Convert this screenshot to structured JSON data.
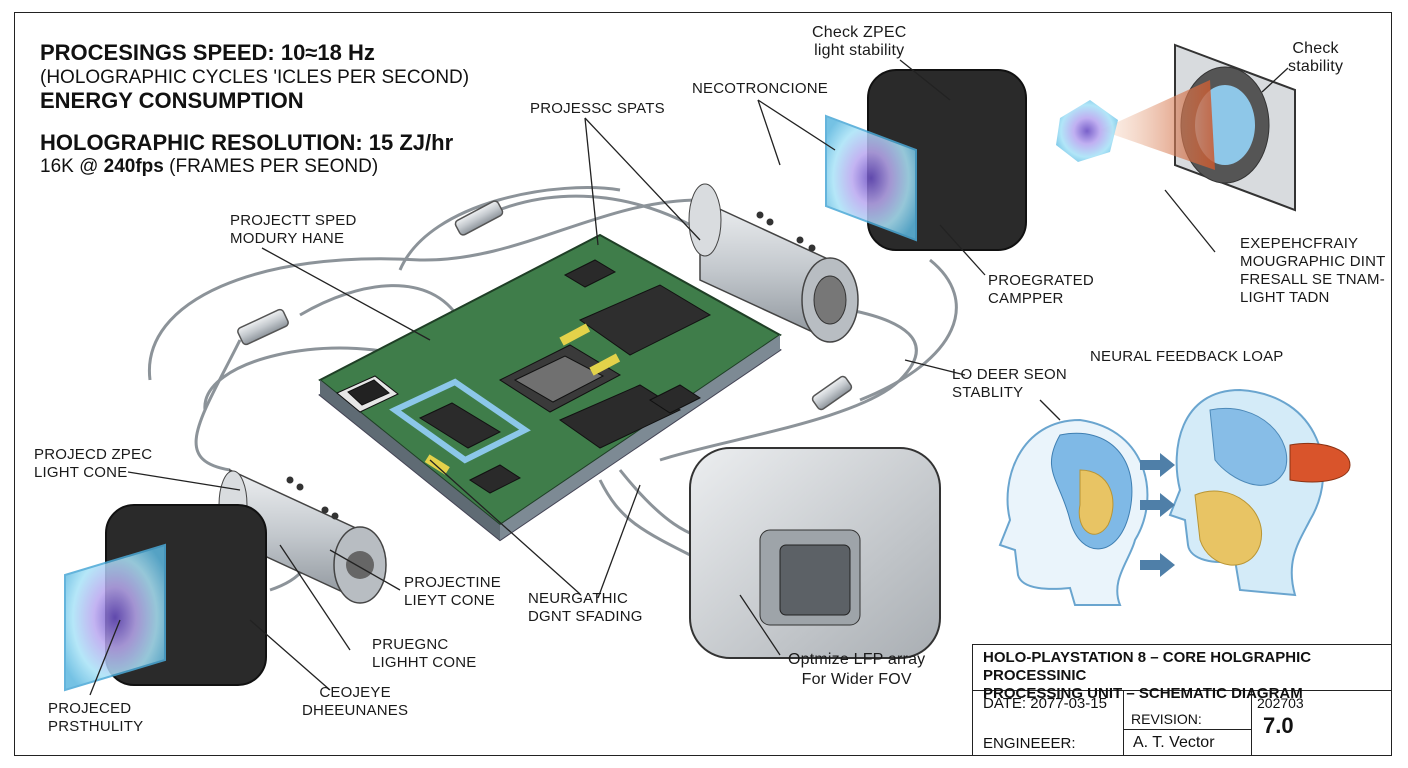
{
  "specs": {
    "line1": "PROCESINGS SPEED: 10≈18 Hz",
    "line2": "(HOLOGRAPHIC CYCLES 'ICLES PER SECOND)",
    "line3": "ENERGY CONSUMPTION",
    "line4": "HOLOGRAPHIC RESOLUTION: 15 ZJ/hr",
    "line5_prefix": "16K @ ",
    "line5_bold": "240fps",
    "line5_suffix": " (FRAMES PER SEOND)"
  },
  "labels": {
    "check_zpec_1": "Check ZPEC",
    "check_zpec_2": "light stability",
    "check_stab_1": "Check",
    "check_stab_2": "stability",
    "necotroncione": "NECOTRONCIONE",
    "projessc_spats": "PROJESSC SPATS",
    "projectt_sped_1": "PROJECTT SPED",
    "projectt_sped_2": "MODURY HANE",
    "expeh_1": "EXEPEHCFRAIY",
    "expeh_2": "MOUGRAPHIC DINT",
    "expeh_3": "FRESALL SE TNAM-",
    "expeh_4": "LIGHT TADN",
    "proeg_1": "PROEGRATED",
    "proeg_2": "CAMPPER",
    "neural_loop": "NEURAL FEEDBACK LOAP",
    "lo_deer_1": "LO DEER SEON",
    "lo_deer_2": "STABLITY",
    "projecd_zpec_1": "PROJECD ZPEC",
    "projecd_zpec_2": "LIGHT CONE",
    "projectine_1": "PROJECTINE",
    "projectine_2": "LIEYT CONE",
    "neurgathic_1": "NEURGATHIC",
    "neurgathic_2": "DGNT SFADING",
    "pruegnc_1": "PRUEGNC",
    "pruegnc_2": "LIGHHT CONE",
    "optmize_1": "Optmize LFP array",
    "optmize_2": "For Wider FOV",
    "ceojeye_1": "CEOJEYE",
    "ceojeye_2": "DHEEUNANES",
    "projeced_1": "PROJECED",
    "projeced_2": "PRSTHULITY"
  },
  "title_block": {
    "title_line1": "HOLO-PLAYSTATION 8 – CORE HOLGRAPHIC PROCESSINIC",
    "title_line2": "PROCESSING UNIT – SCHEMATIC DIAGRAM",
    "date": "DATE: 2077-03-15",
    "revision_label": "REVISION:",
    "engineer_label": "ENGINEEER:",
    "engineer_name": "A. T. Vector",
    "code": "202703",
    "version": "7.0"
  },
  "colors": {
    "pcb": "#3f7d4a",
    "pcb_dark": "#2f5e38",
    "chip": "#2c2c2c",
    "metal": "#c9cdd1",
    "housing": "#222222",
    "holo_blue": "#8fd2f0",
    "holo_purple": "#7a5cc9",
    "brain_blue": "#7fb9e6",
    "brain_yellow": "#e8c464",
    "heat_red": "#d9542b"
  }
}
